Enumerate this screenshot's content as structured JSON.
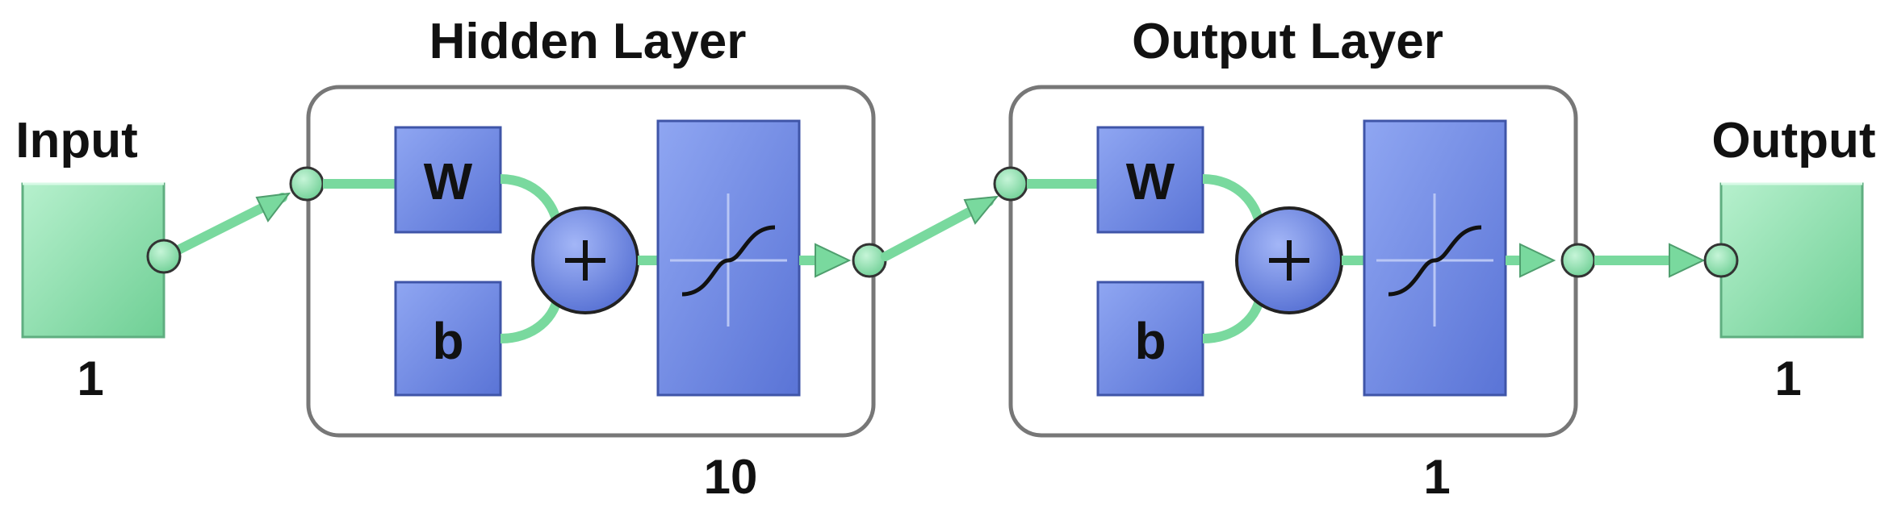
{
  "input": {
    "label": "Input",
    "size": "1"
  },
  "hidden_layer": {
    "title": "Hidden Layer",
    "weight_label": "W",
    "bias_label": "b",
    "size": "10"
  },
  "output_layer": {
    "title": "Output Layer",
    "weight_label": "W",
    "bias_label": "b",
    "size": "1"
  },
  "output": {
    "label": "Output",
    "size": "1"
  },
  "colors": {
    "node_green": "#8ee2b0",
    "connector_green": "#79d99e",
    "block_blue": "#6b86e3",
    "frame_gray": "#777777",
    "text": "#111111"
  },
  "icons": {
    "sum": "plus-icon",
    "transfer": "sigmoid-curve-icon"
  }
}
